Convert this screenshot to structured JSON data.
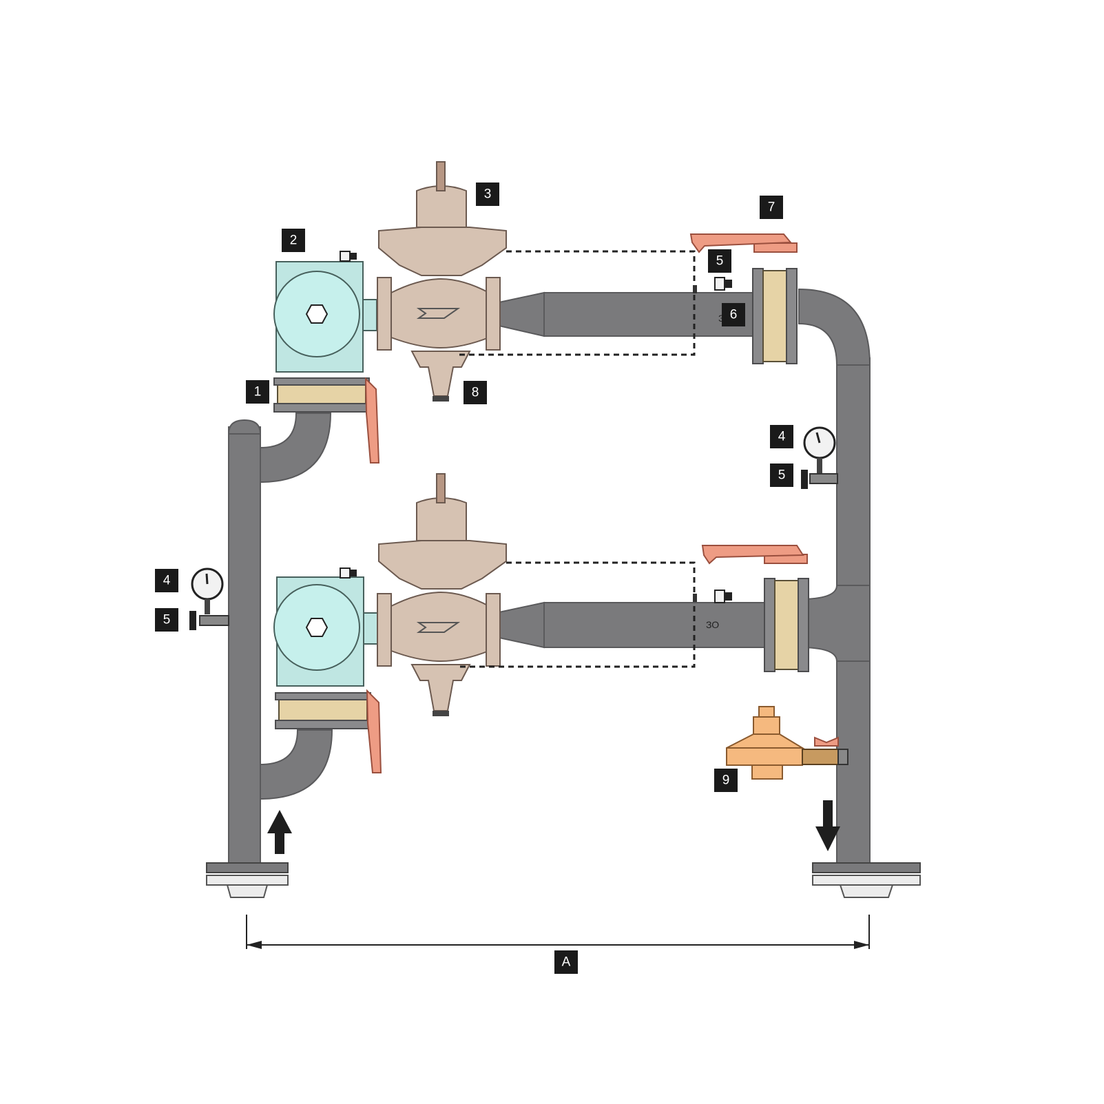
{
  "diagram": {
    "labels": {
      "l1": "1",
      "l2": "2",
      "l3": "3",
      "l4_right": "4",
      "l4_left": "4",
      "l5_top": "5",
      "l5_right": "5",
      "l5_left": "5",
      "l6": "6",
      "l7": "7",
      "l8": "8",
      "l9": "9",
      "dimension": "A"
    },
    "colors": {
      "pipe": "#7a7a7c",
      "regulator": "#d6c2b2",
      "meter": "#c6f0ec",
      "lever": "#ee9c84",
      "filter": "#e6d3a6",
      "relief_valve": "#f5b97f"
    }
  }
}
